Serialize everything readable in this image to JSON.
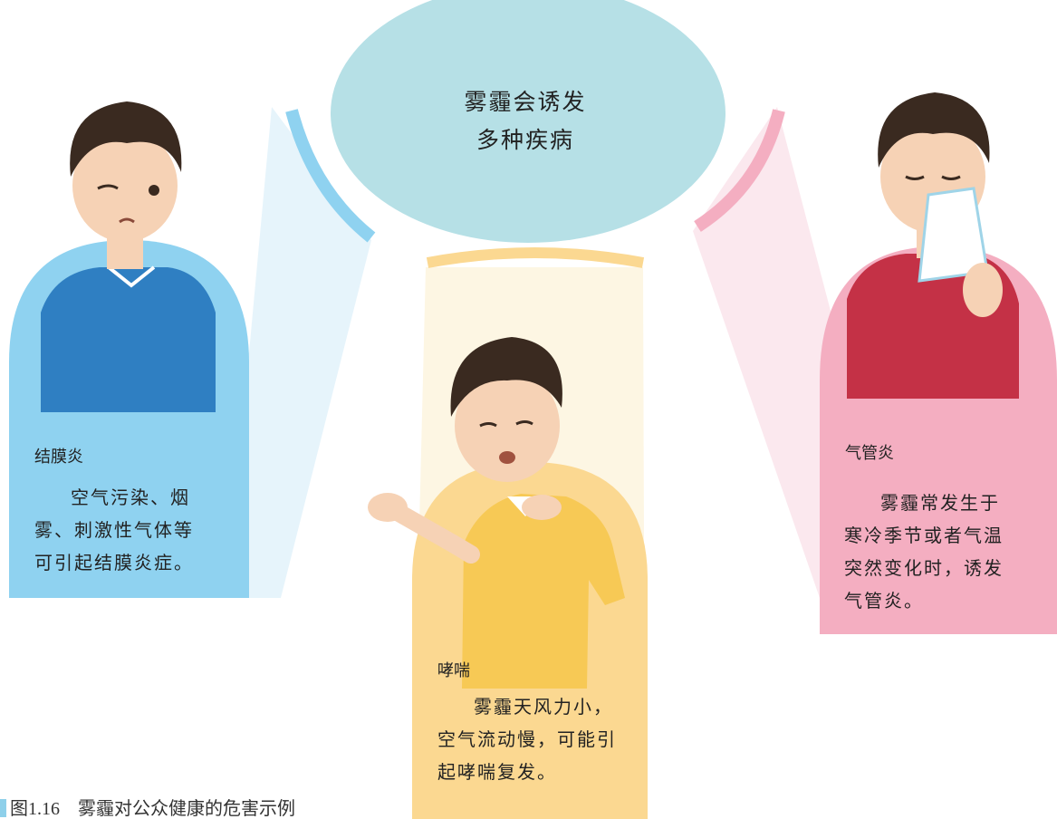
{
  "center": {
    "line1": "雾霾会诱发",
    "line2": "多种疾病"
  },
  "panels": {
    "left": {
      "heading": "结膜炎",
      "lines": [
        "空气污染、烟",
        "雾、刺激性气体等",
        "可引起结膜炎症。"
      ]
    },
    "middle": {
      "heading": "哮喘",
      "lines": [
        "雾霾天风力小，",
        "空气流动慢，可能引",
        "起哮喘复发。"
      ]
    },
    "right": {
      "heading": "气管炎",
      "lines": [
        "雾霾常发生于",
        "寒冷季节或者气温",
        "突然变化时，诱发",
        "气管炎。"
      ]
    }
  },
  "caption": "图1.16　雾霾对公众健康的危害示例",
  "colors": {
    "blue": "#8fd2f0",
    "yellow": "#fbd891",
    "pink": "#f4aec1",
    "center": "#b6e0e6"
  },
  "illustrations": [
    "boy-squinting-eye-icon",
    "boy-coughing-icon",
    "boy-handkerchief-icon"
  ]
}
